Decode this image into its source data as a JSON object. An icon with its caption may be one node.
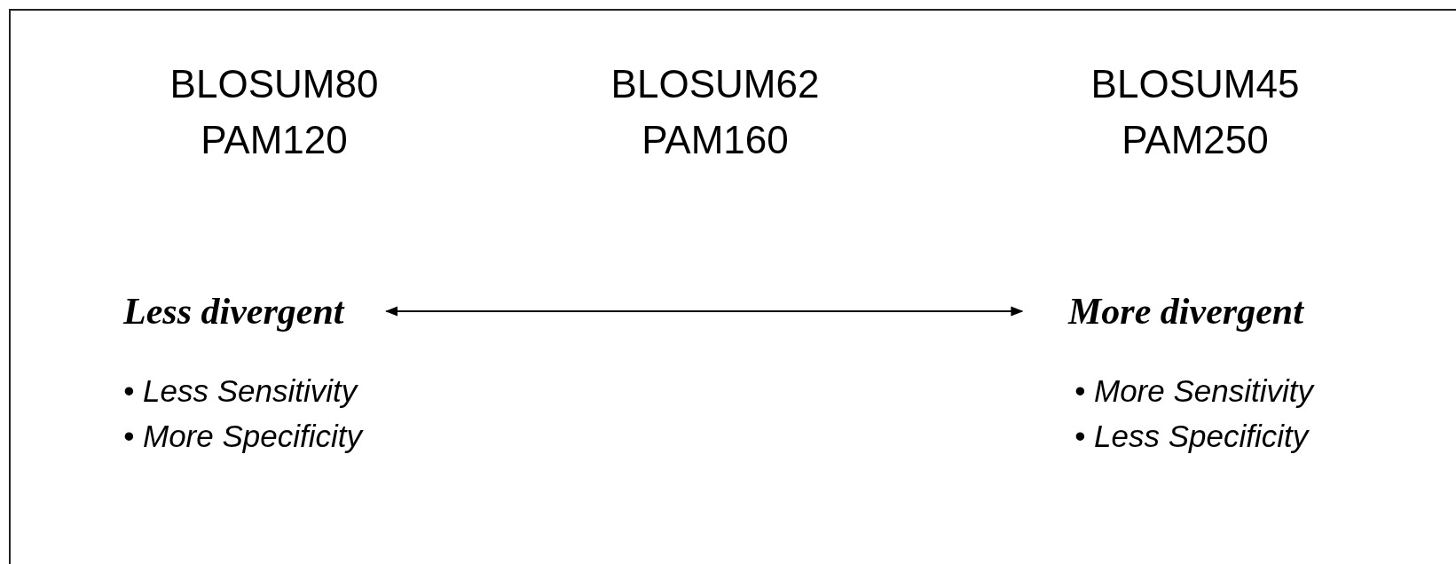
{
  "diagram": {
    "nodes": [
      {
        "text": [
          "Less divergent"
        ]
      },
      {
        "text": [
          "More divergent"
        ]
      }
    ],
    "edges": [
      {
        "from": 0,
        "to": 1,
        "arrow": "both"
      }
    ],
    "labels": [
      "BLOSUM80",
      "PAM120",
      "BLOSUM62",
      "PAM160",
      "BLOSUM45",
      "PAM250",
      "• Less Sensitivity",
      "• More Specificity",
      "• More Sensitivity",
      "• Less Specificity"
    ]
  }
}
